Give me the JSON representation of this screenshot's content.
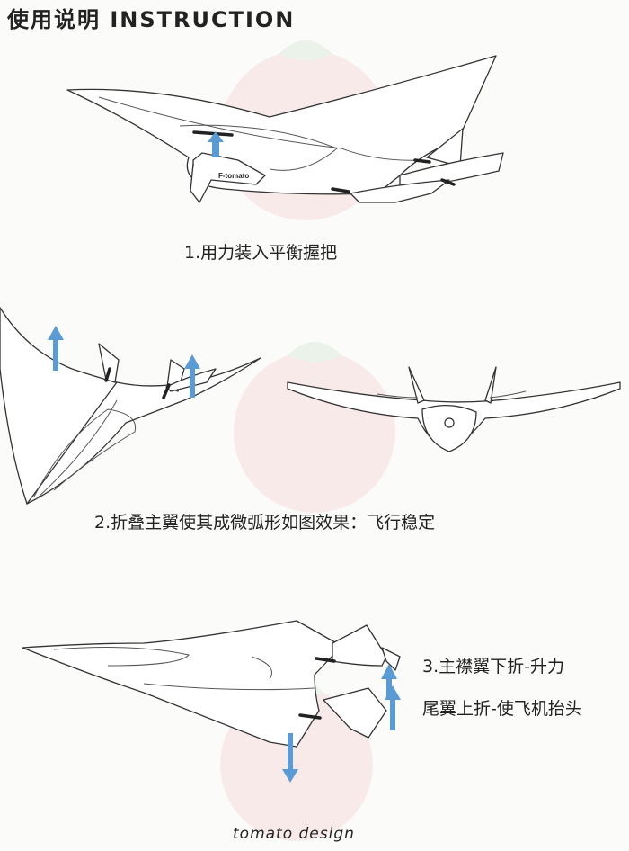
{
  "header": {
    "title": "使用说明 INSTRUCTION"
  },
  "steps": [
    {
      "caption": "1.用力装入平衡握把"
    },
    {
      "caption": "2.折叠主翼使其成微弧形如图效果：飞行稳定"
    },
    {
      "caption_line1": "3.主襟翼下折-升力",
      "caption_line2": "尾翼上折-使飞机抬头"
    }
  ],
  "figure1": {
    "grip_label": "F-tomato"
  },
  "footer": {
    "brand": "tomato design"
  },
  "colors": {
    "arrow": "#5b9bd5",
    "watermark": "#e35a5a"
  }
}
